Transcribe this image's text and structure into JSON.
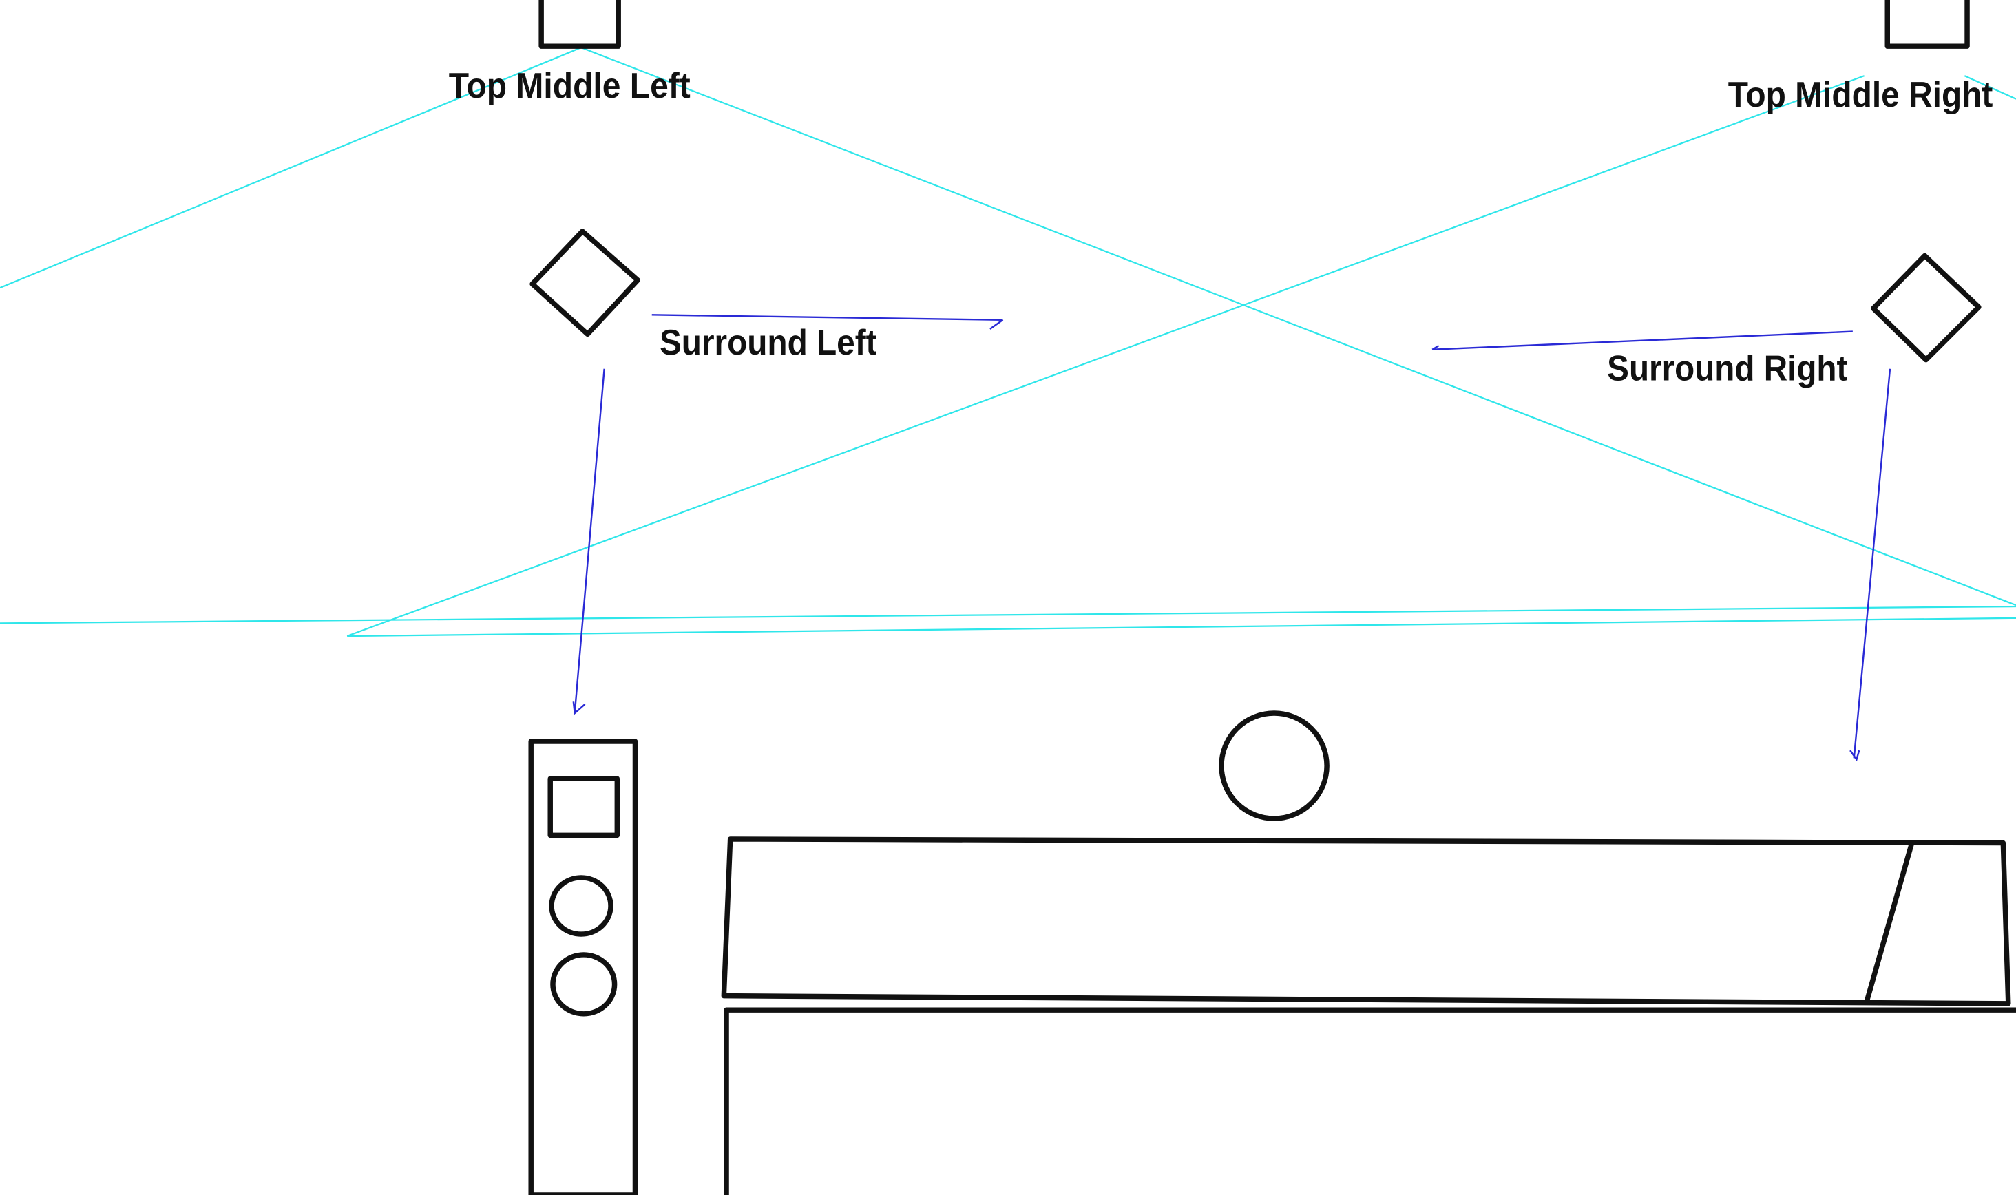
{
  "labels": {
    "top_middle_left": "Top Middle Left",
    "top_middle_right": "Top Middle Right",
    "surround_left": "Surround Left",
    "surround_right": "Surround Right"
  },
  "colors": {
    "outline": "#111111",
    "reflection_line": "#2fe6ea",
    "arrow_line": "#2a2ad6"
  }
}
